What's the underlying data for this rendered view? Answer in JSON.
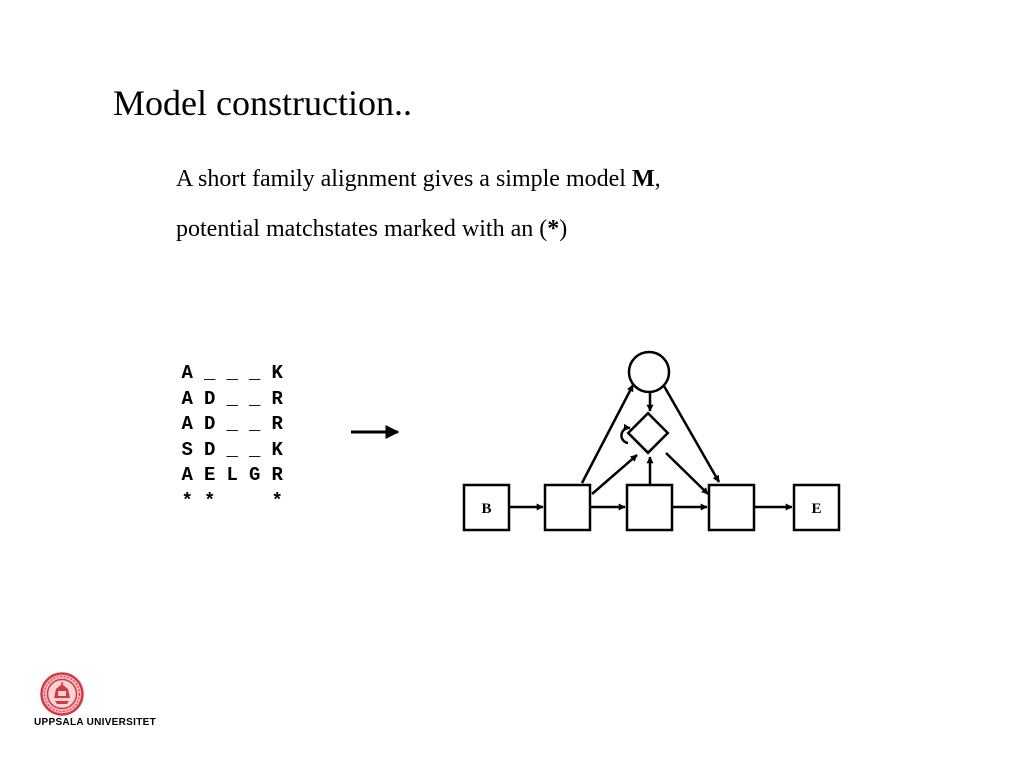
{
  "slide": {
    "title": "Model construction..",
    "line1_text": "A short family alignment gives a simple model ",
    "line1_bold": "M",
    "line1_end": ",",
    "line2_text": "potential matchstates marked with an (",
    "line2_star": "*",
    "line2_end": ")"
  },
  "alignment": {
    "rows": [
      [
        "A",
        "_",
        "_",
        "_",
        "K"
      ],
      [
        "A",
        "D",
        "_",
        "_",
        "R"
      ],
      [
        "A",
        "D",
        "_",
        "_",
        "R"
      ],
      [
        "S",
        "D",
        "_",
        "_",
        "K"
      ],
      [
        "A",
        "E",
        "L",
        "G",
        "R"
      ],
      [
        "*",
        "*",
        " ",
        " ",
        "*"
      ]
    ]
  },
  "model": {
    "begin_label": "B",
    "end_label": "E"
  },
  "footer": {
    "institution": "UPPSALA UNIVERSITET"
  }
}
